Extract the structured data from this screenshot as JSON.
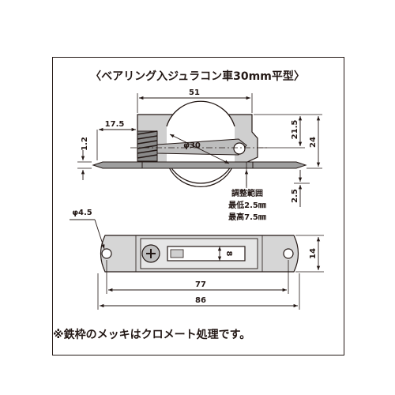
{
  "title": "〈ベアリング入ジュラコン車30mm平型〉",
  "dimensions": {
    "width_top": "51",
    "offset_left": "17.5",
    "wheel_diameter": "φ30",
    "plate_thickness": "1.2",
    "height_inner": "21.5",
    "height_total": "24",
    "below_rail": "2.5",
    "adjust_title": "調整範囲",
    "adjust_min": "最低2.5㎜",
    "adjust_max": "最高7.5㎜",
    "hole_diameter": "φ4.5",
    "slot_width": "8",
    "plate_width": "14",
    "hole_pitch": "77",
    "plate_length": "86"
  },
  "note": "※鉄枠のメッキはクロメート処理です。",
  "colors": {
    "ink": "#231815",
    "metal": "#d8d8d8",
    "dark": "#4d4d4d"
  }
}
